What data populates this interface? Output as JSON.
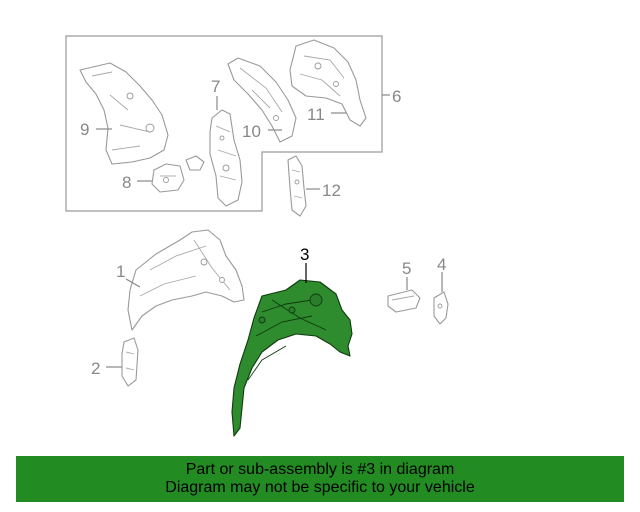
{
  "callouts": {
    "c1": "1",
    "c2": "2",
    "c3": "3",
    "c4": "4",
    "c5": "5",
    "c6": "6",
    "c7": "7",
    "c8": "8",
    "c9": "9",
    "c10": "10",
    "c11": "11",
    "c12": "12"
  },
  "highlight": {
    "part_number": "3",
    "color": "#228b22"
  },
  "banner": {
    "line1": "Part or sub-assembly is #3 in diagram",
    "line2": "Diagram may not be specific to your vehicle"
  },
  "colors": {
    "banner_bg": "#228b22",
    "highlight_fill": "#2e8b2e",
    "line_gray": "#9a9a9a"
  }
}
